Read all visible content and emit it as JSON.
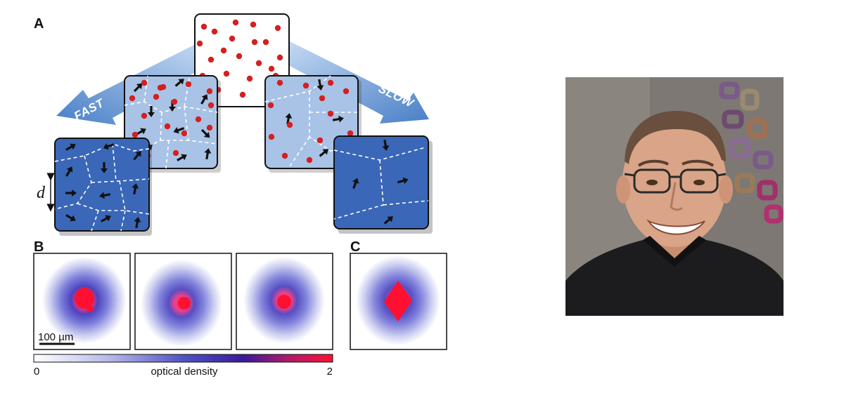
{
  "panel_labels": {
    "a": "A",
    "b": "B",
    "c": "C"
  },
  "arrows": {
    "fast": "FAST",
    "slow": "SLOW"
  },
  "dimension_label": "d",
  "scale_bar": "100 µm",
  "colorbar": {
    "min": "0",
    "label": "optical density",
    "max": "2"
  },
  "colors": {
    "box_light": "#a9c3e6",
    "box_dark": "#3b67b8",
    "particle": "#d42020",
    "arrow_band": "#5a8fd2",
    "density_low": "#8888d8",
    "density_high": "#ff2040"
  },
  "photo": {
    "description_icon": "person-portrait-icon"
  }
}
